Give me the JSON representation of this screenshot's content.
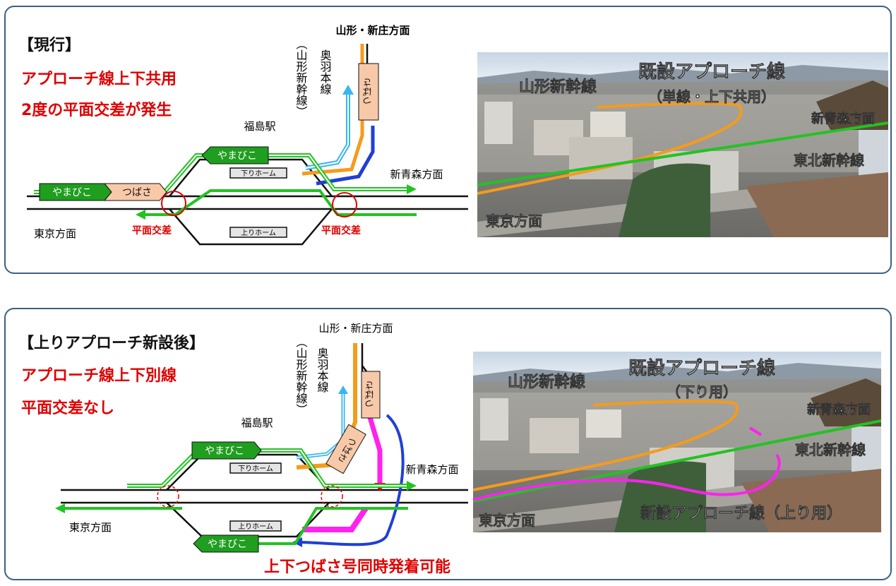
{
  "top": {
    "heading": "【現行】",
    "note1": "アプローチ線上下共用",
    "note2": "2度の平面交差が発生",
    "dest_yamagata": "山形・新庄方面",
    "line_ou": "奥羽本線",
    "line_yamagata": "（山形新幹線）",
    "station": "福島駅",
    "dest_aomori": "新青森方面",
    "dest_tokyo": "東京方面",
    "platform_down": "下りホーム",
    "platform_up": "上りホーム",
    "crossing1": "平面交差",
    "crossing2": "平面交差",
    "train_yamabiko_a": "やまびこ",
    "train_yamabiko_b": "やまびこ",
    "train_tsubasa_a": "つばさ",
    "train_tsubasa_b": "つばさ",
    "photo": {
      "label_yamagata": "山形新幹線",
      "label_existing": "既設アプローチ線",
      "label_existing_sub": "（単線・上下共用）",
      "label_aomori": "新青森方面",
      "label_tohoku": "東北新幹線",
      "label_tokyo": "東京方面"
    }
  },
  "bottom": {
    "heading": "【上りアプローチ新設後】",
    "note1": "アプローチ線上下別線",
    "note2": "平面交差なし",
    "dest_yamagata": "山形・新庄方面",
    "line_ou": "奥羽本線",
    "line_yamagata": "（山形新幹線）",
    "station": "福島駅",
    "dest_aomori": "新青森方面",
    "dest_tokyo": "東京方面",
    "platform_down": "下りホーム",
    "platform_up": "上りホーム",
    "train_yamabiko_a": "やまびこ",
    "train_yamabiko_b": "やまびこ",
    "train_tsubasa_a": "つばさ",
    "train_tsubasa_b": "つばさ",
    "caption": "上下つばさ号同時発着可能",
    "photo": {
      "label_yamagata": "山形新幹線",
      "label_existing": "既設アプローチ線",
      "label_existing_sub": "（下り用）",
      "label_aomori": "新青森方面",
      "label_tohoku": "東北新幹線",
      "label_tokyo": "東京方面",
      "label_new": "新設アプローチ線（上り用）"
    }
  },
  "colors": {
    "green": "#22c322",
    "orange": "#f59b1c",
    "blue": "#1f3fd6",
    "light_blue": "#38b6f0",
    "magenta": "#ff22ee",
    "red": "#e00000",
    "tsubasa_fill": "#f8c9a8",
    "yamabiko_fill": "#1f9e1f",
    "frame": "#3b5f86"
  }
}
